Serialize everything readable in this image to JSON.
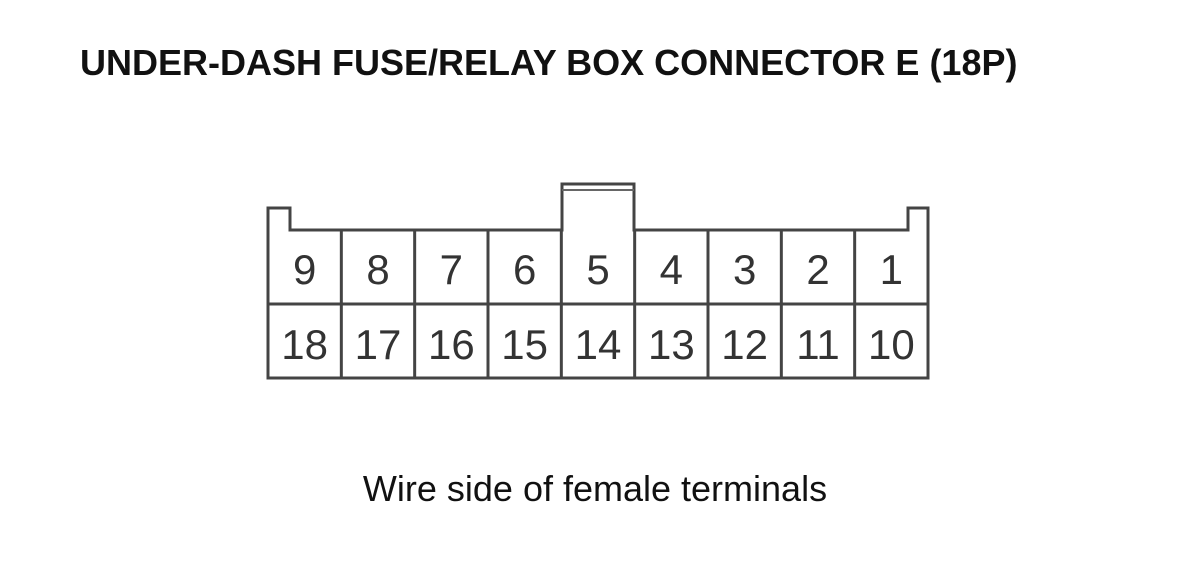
{
  "title": "UNDER-DASH FUSE/RELAY BOX CONNECTOR E (18P)",
  "caption": "Wire side of female terminals",
  "connector": {
    "top_row": [
      "9",
      "8",
      "7",
      "6",
      "5",
      "4",
      "3",
      "2",
      "1"
    ],
    "bottom_row": [
      "18",
      "17",
      "16",
      "15",
      "14",
      "13",
      "12",
      "11",
      "10"
    ]
  },
  "colors": {
    "outline": "#444444",
    "text": "#111111"
  }
}
